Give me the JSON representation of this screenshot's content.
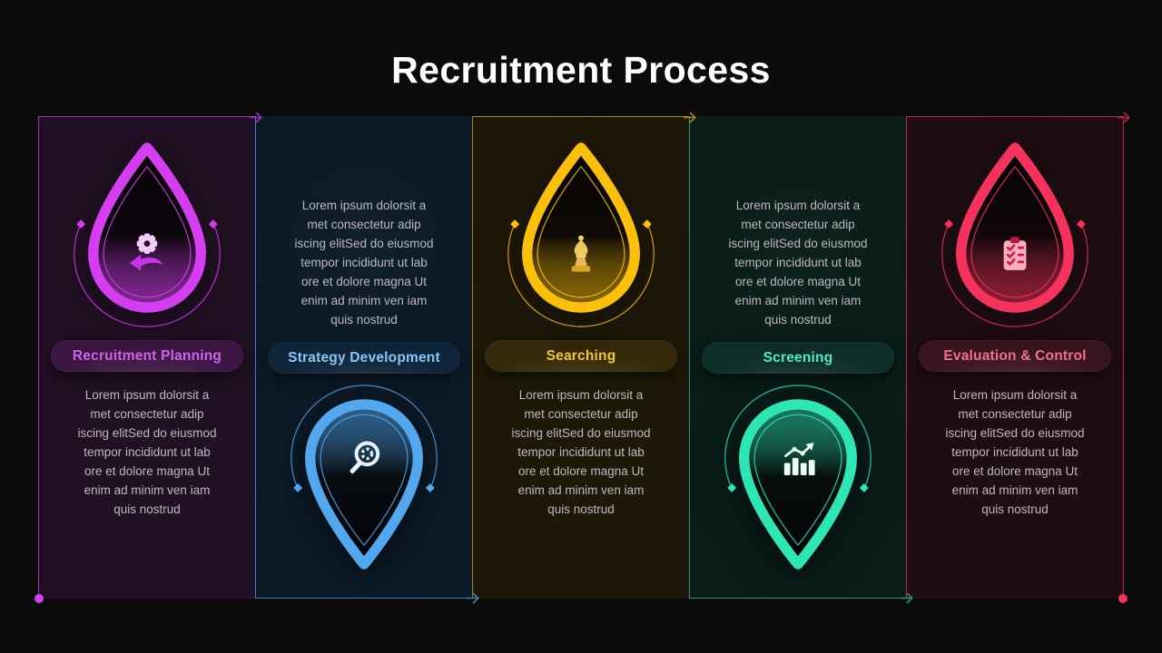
{
  "title": "Recruitment Process",
  "steps": [
    {
      "title": "Recruitment Planning",
      "description_lines": [
        "Lorem ipsum dolorsit a",
        "met consectetur adip",
        "iscing elitSed do eiusmod",
        "tempor incididunt ut lab",
        "ore et dolore magna Ut",
        "enim ad minim ven iam",
        "quis nostrud"
      ],
      "icon": "hand-gear-icon",
      "marker": "drop-up",
      "accent": "#d43ef0",
      "line": "#9c2fba",
      "panel_bg": "#211023",
      "pill_bg": "#3b1642",
      "pill_text": "#d263ec"
    },
    {
      "title": "Strategy Development",
      "description_lines": [
        "Lorem ipsum dolorsit a",
        "met consectetur adip",
        "iscing elitSed do eiusmod",
        "tempor incididunt ut lab",
        "ore et dolore magna Ut",
        "enim ad minim ven iam",
        "quis nostrud"
      ],
      "icon": "magnifier-icon",
      "marker": "pin-down",
      "accent": "#52a7ef",
      "line": "#3b7fb9",
      "panel_bg": "#0c1a27",
      "pill_bg": "#0e2438",
      "pill_text": "#8cc6f7"
    },
    {
      "title": "Searching",
      "description_lines": [
        "Lorem ipsum dolorsit a",
        "met consectetur adip",
        "iscing elitSed do eiusmod",
        "tempor incididunt ut lab",
        "ore et dolore magna Ut",
        "enim ad minim ven iam",
        "quis nostrud"
      ],
      "icon": "chess-piece-icon",
      "marker": "drop-up",
      "accent": "#fcbf0a",
      "line": "#a5821a",
      "panel_bg": "#1e1808",
      "pill_bg": "#342908",
      "pill_text": "#f3c83b"
    },
    {
      "title": "Screening",
      "description_lines": [
        "Lorem ipsum dolorsit a",
        "met consectetur adip",
        "iscing elitSed do eiusmod",
        "tempor incididunt ut lab",
        "ore et dolore magna Ut",
        "enim ad minim ven iam",
        "quis nostrud"
      ],
      "icon": "bar-chart-icon",
      "marker": "pin-down",
      "accent": "#2ee6b4",
      "line": "#259678",
      "panel_bg": "#0a1c18",
      "pill_bg": "#0d2d27",
      "pill_text": "#50ecca"
    },
    {
      "title": "Evaluation & Control",
      "description_lines": [
        "Lorem ipsum dolorsit a",
        "met consectetur adip",
        "iscing elitSed do eiusmod",
        "tempor incididunt ut lab",
        "ore et dolore magna Ut",
        "enim ad minim ven iam",
        "quis nostrud"
      ],
      "icon": "checklist-icon",
      "marker": "drop-up",
      "accent": "#f5325b",
      "line": "#bb2145",
      "panel_bg": "#1e0d12",
      "pill_bg": "#381420",
      "pill_text": "#f2708b"
    }
  ]
}
